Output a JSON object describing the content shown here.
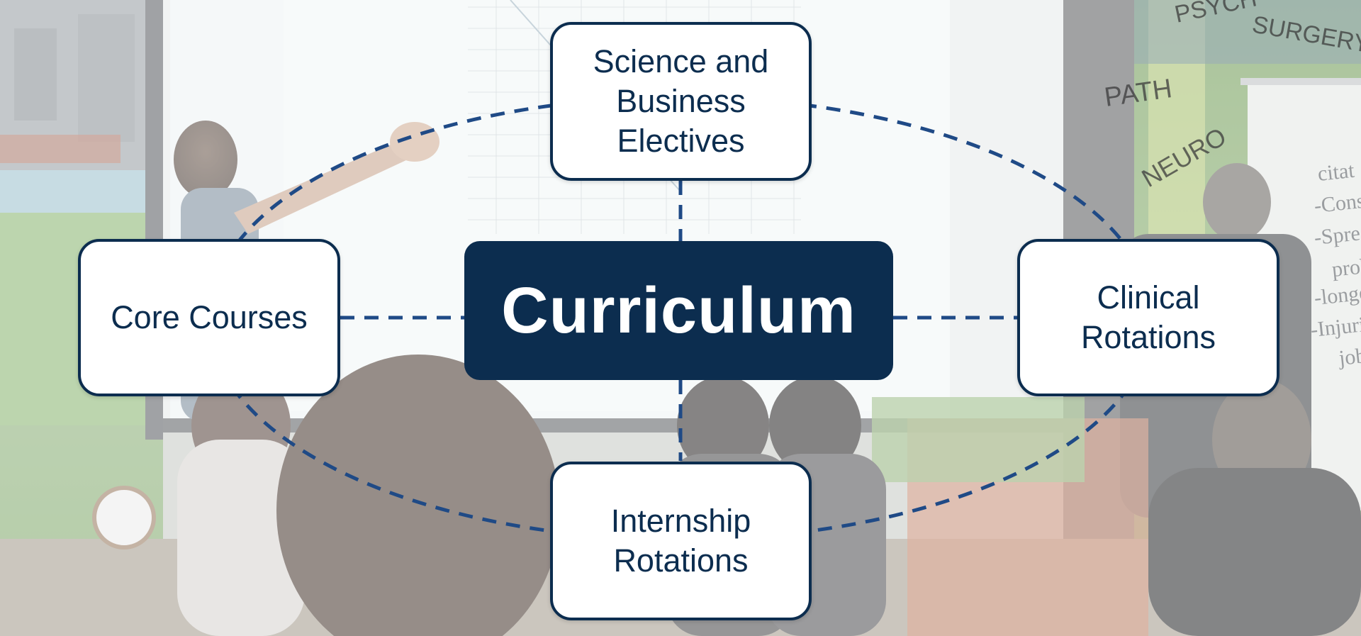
{
  "diagram": {
    "center": {
      "label": "Curriculum"
    },
    "nodes": {
      "top": {
        "lines": [
          "Science and",
          "Business",
          "Electives"
        ]
      },
      "left": {
        "lines": [
          "Core Courses"
        ]
      },
      "right": {
        "lines": [
          "Clinical",
          "Rotations"
        ]
      },
      "bottom": {
        "lines": [
          "Internship",
          "Rotations"
        ]
      }
    },
    "colors": {
      "accent": "#0c2d4f",
      "connector": "#1f4a86",
      "node_fill": "#ffffff",
      "center_text": "#ffffff"
    }
  },
  "background": {
    "photo_board_labels": [
      "PSYCH",
      "SURGERY",
      "PATH",
      "NEURO"
    ],
    "whiteboard_text": [
      "citat",
      "-Conseq",
      "-Spread",
      "prob",
      "-longer",
      "-Injuries",
      "job"
    ]
  }
}
